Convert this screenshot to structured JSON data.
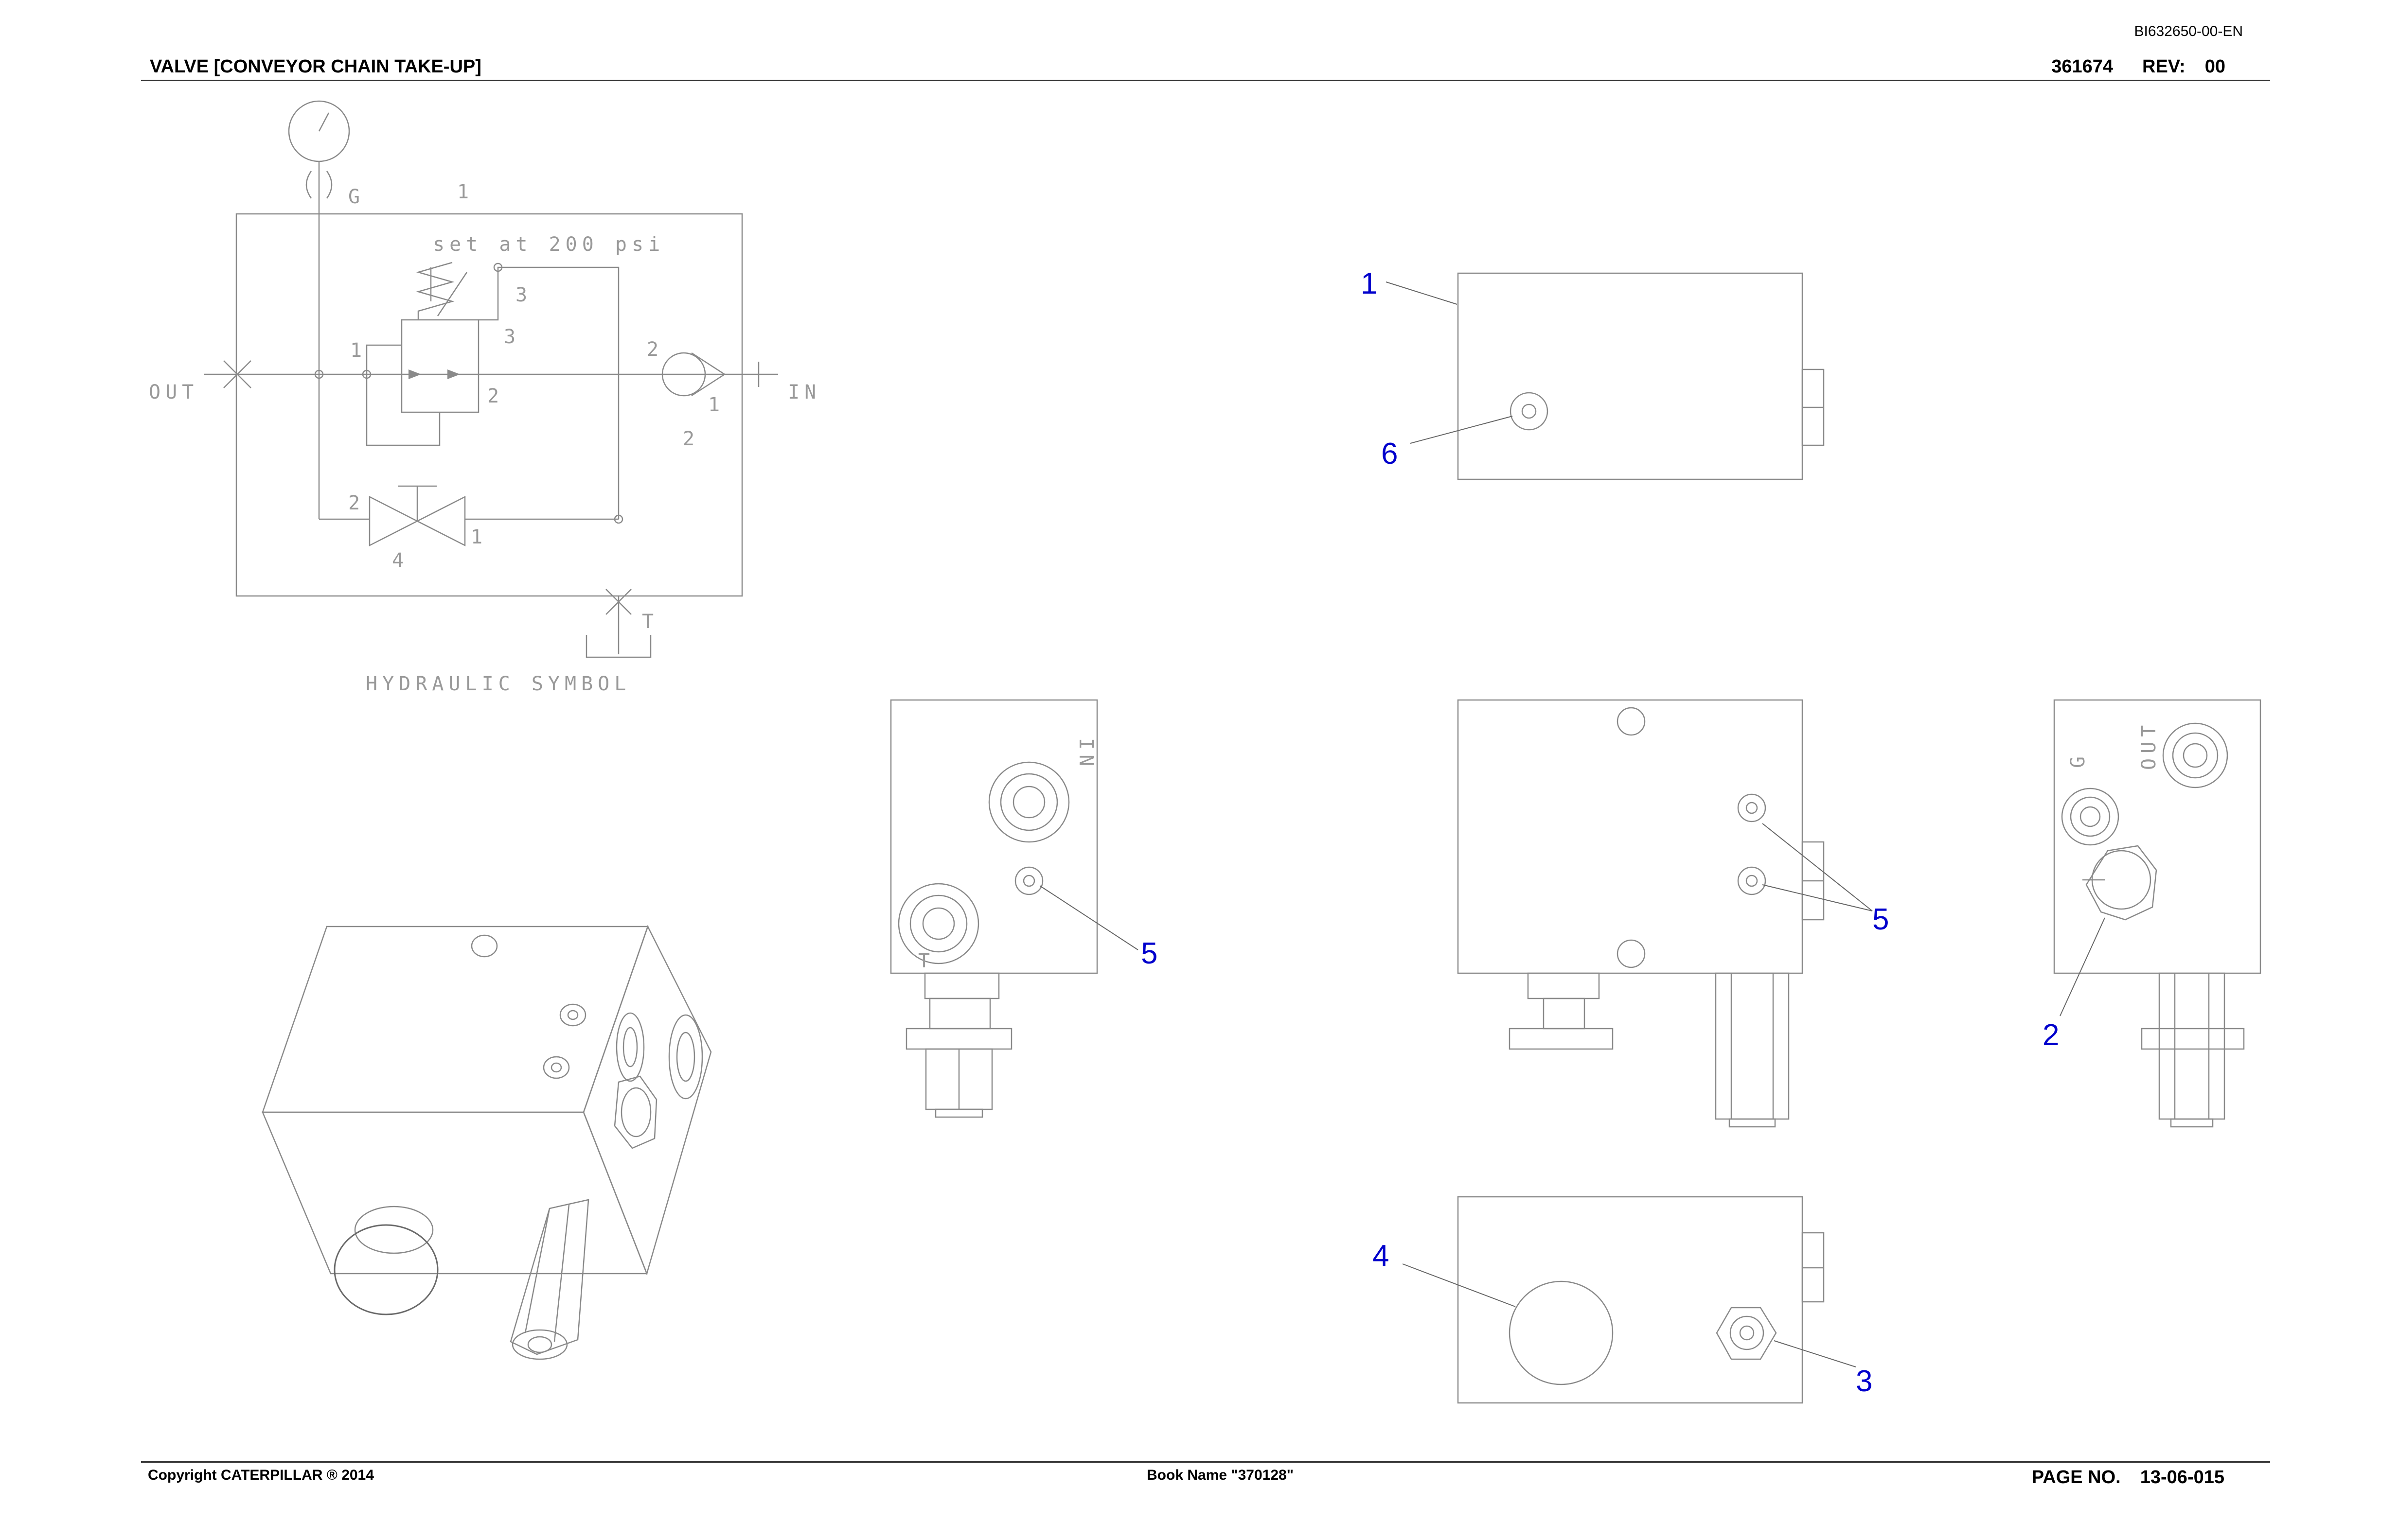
{
  "header": {
    "doc_id": "BI632650-00-EN",
    "title": "VALVE [CONVEYOR CHAIN TAKE-UP]",
    "part_number": "361674",
    "rev_label": "REV:",
    "rev_value": "00"
  },
  "footer": {
    "copyright": "Copyright CATERPILLAR ® 2014",
    "book_name": "Book Name \"370128\"",
    "page_label": "PAGE NO.",
    "page_value": "13-06-015"
  },
  "hydraulic_symbol": {
    "caption": "HYDRAULIC SYMBOL",
    "setting": "set at 200 psi",
    "port_out": "OUT",
    "port_in": "IN",
    "port_g": "G",
    "port_t": "T",
    "marks": [
      "1",
      "2",
      "3",
      "4"
    ]
  },
  "engravings": {
    "in": "IN",
    "out": "OUT",
    "g": "G",
    "t": "T"
  },
  "callouts": [
    "1",
    "2",
    "3",
    "4",
    "5",
    "6"
  ]
}
